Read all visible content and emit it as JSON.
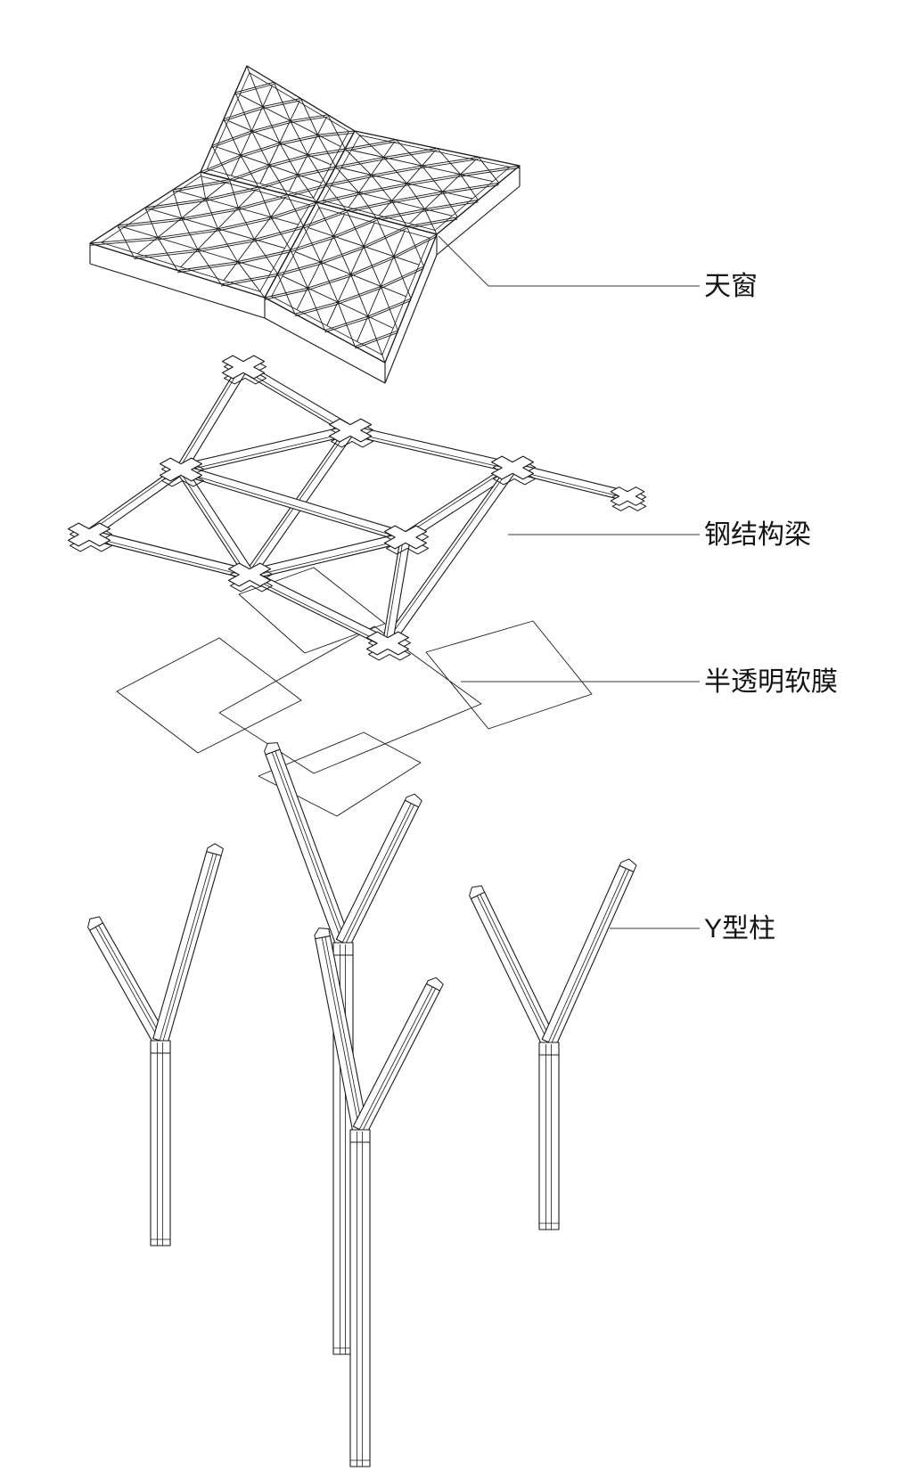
{
  "page": {
    "background": "#ffffff",
    "ink_color": "#1a1a1a",
    "leader_color": "#3a3a3a"
  },
  "diagram": {
    "kind": "exploded axonometric construction diagram",
    "labels": [
      {
        "id": "skylight",
        "text": "天窗"
      },
      {
        "id": "steel-beam",
        "text": "钢结构梁"
      },
      {
        "id": "membrane",
        "text": "半透明软膜"
      },
      {
        "id": "y-column",
        "text": "Y型柱"
      }
    ]
  }
}
